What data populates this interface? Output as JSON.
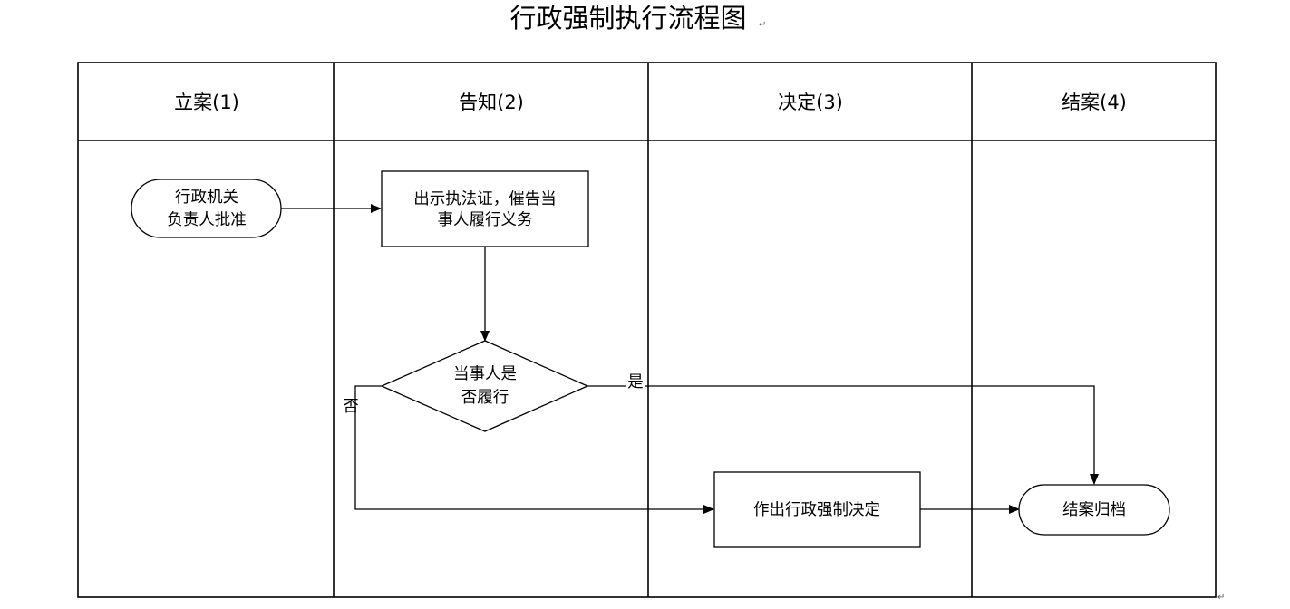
{
  "title": "行政强制执行流程图",
  "lanes": [
    {
      "label": "立案(1)"
    },
    {
      "label": "告知(2)"
    },
    {
      "label": "决定(3)"
    },
    {
      "label": "结案(4)"
    }
  ],
  "nodes": {
    "approve": {
      "lines": [
        "行政机关",
        "负责人批准"
      ]
    },
    "notify": {
      "lines": [
        "出示执法证，催告当",
        "事人履行义务"
      ]
    },
    "decision": {
      "lines": [
        "当事人是",
        "否履行"
      ]
    },
    "make_decision": {
      "lines": [
        "作出行政强制决定"
      ]
    },
    "archive": {
      "lines": [
        "结案归档"
      ]
    }
  },
  "edge_labels": {
    "yes": "是",
    "no": "否"
  },
  "paragraph_mark": "↵"
}
